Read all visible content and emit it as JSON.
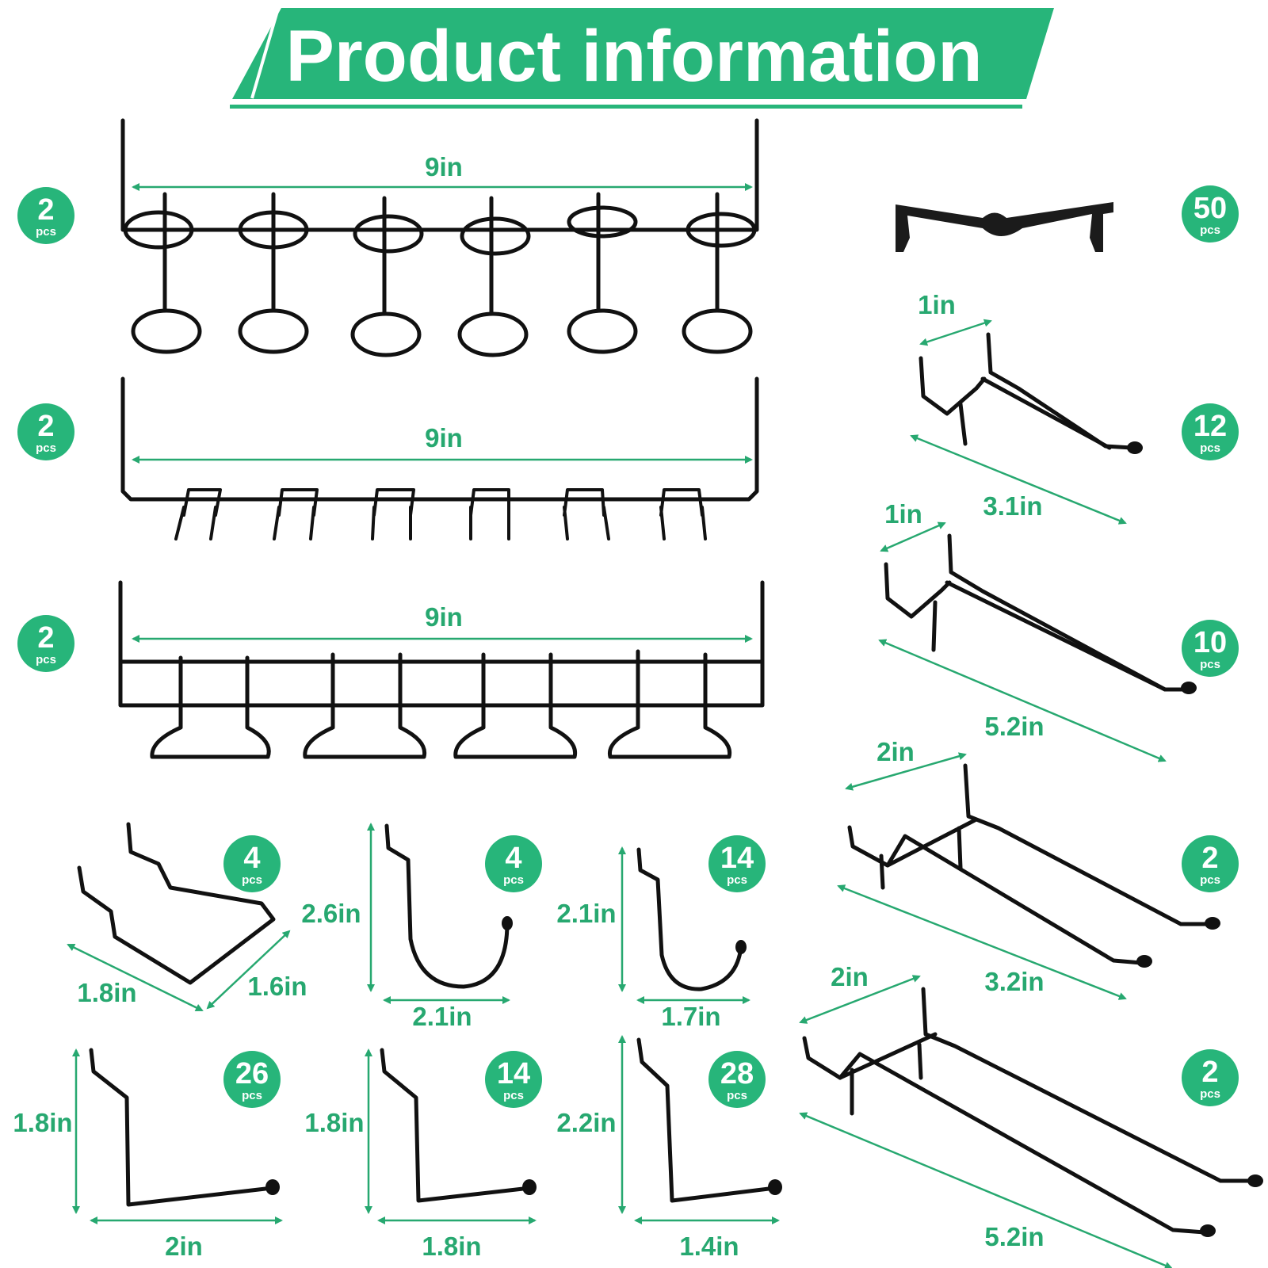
{
  "title": "Product information",
  "colors": {
    "brand_green": "#27b57a",
    "wire_black": "#111111"
  },
  "items": {
    "ring_rack": {
      "qty": "2",
      "unit": "pcs",
      "width": "9in"
    },
    "double_prong_rack": {
      "qty": "2",
      "unit": "pcs",
      "width": "9in"
    },
    "loop_rack": {
      "qty": "2",
      "unit": "pcs",
      "width": "9in"
    },
    "lock_clip": {
      "qty": "50",
      "unit": "pcs"
    },
    "double_hook_3in": {
      "qty": "12",
      "unit": "pcs",
      "width": "1in",
      "length": "3.1in"
    },
    "double_hook_5in": {
      "qty": "10",
      "unit": "pcs",
      "width": "1in",
      "length": "5.2in"
    },
    "double_rod_hook_3in": {
      "qty": "2",
      "unit": "pcs",
      "width": "2in",
      "length": "3.2in"
    },
    "double_rod_hook_5in": {
      "qty": "2",
      "unit": "pcs",
      "width": "2in",
      "length": "5.2in"
    },
    "v_hook": {
      "qty": "4",
      "unit": "pcs",
      "length": "1.8in",
      "depth": "1.6in"
    },
    "j_hook_large": {
      "qty": "4",
      "unit": "pcs",
      "height": "2.6in",
      "width": "2.1in"
    },
    "j_hook_small": {
      "qty": "14",
      "unit": "pcs",
      "height": "2.1in",
      "width": "1.7in"
    },
    "l_hook_2in": {
      "qty": "26",
      "unit": "pcs",
      "height": "1.8in",
      "width": "2in"
    },
    "l_hook_18in": {
      "qty": "14",
      "unit": "pcs",
      "height": "1.8in",
      "width": "1.8in"
    },
    "l_hook_14in": {
      "qty": "28",
      "unit": "pcs",
      "height": "2.2in",
      "width": "1.4in"
    }
  }
}
